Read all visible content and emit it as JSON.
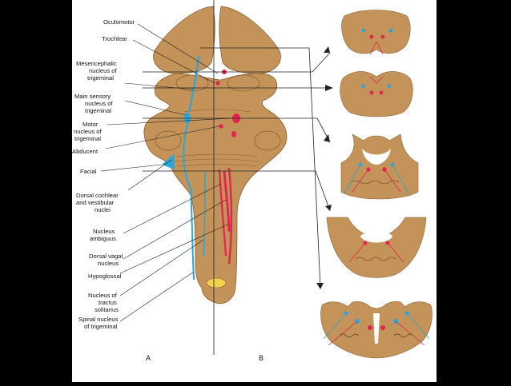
{
  "labels": {
    "oculomotor": "Oculomotor",
    "trochlear": "Trochlear",
    "mesencephalic": [
      "Mesencephalic",
      "nucleus of",
      "trigeminal"
    ],
    "main_sensory": [
      "Main sensory",
      "nucleus of",
      "trigeminal"
    ],
    "motor": [
      "Motor",
      "nucleus of",
      "trigeminal"
    ],
    "abducent": "Abducent",
    "facial": "Facial",
    "dorsal_cochlear": [
      "Dorsal cochlear",
      "and vestibular",
      "nuclei"
    ],
    "nucleus_ambiguus": [
      "Nucleus",
      "ambiguus"
    ],
    "dorsal_vagal": [
      "Dorsal vagal",
      "nucleus"
    ],
    "hypoglossal": "Hypoglossal",
    "tractus_solitarius": [
      "Nucleus of",
      "tractus",
      "solitarius"
    ],
    "spinal_nucleus": [
      "Spinal nucleus",
      "of trigeminal"
    ]
  },
  "panel_labels": {
    "a": "A",
    "b": "B"
  },
  "colors": {
    "tissue": "#C4935A",
    "tissue_dark": "#A8783F",
    "sensory": "#2AA7D8",
    "motor": "#E2244F",
    "background": "#000000",
    "panel": "#FFFFFF",
    "nucleus_yellow": "#F2D24E"
  }
}
